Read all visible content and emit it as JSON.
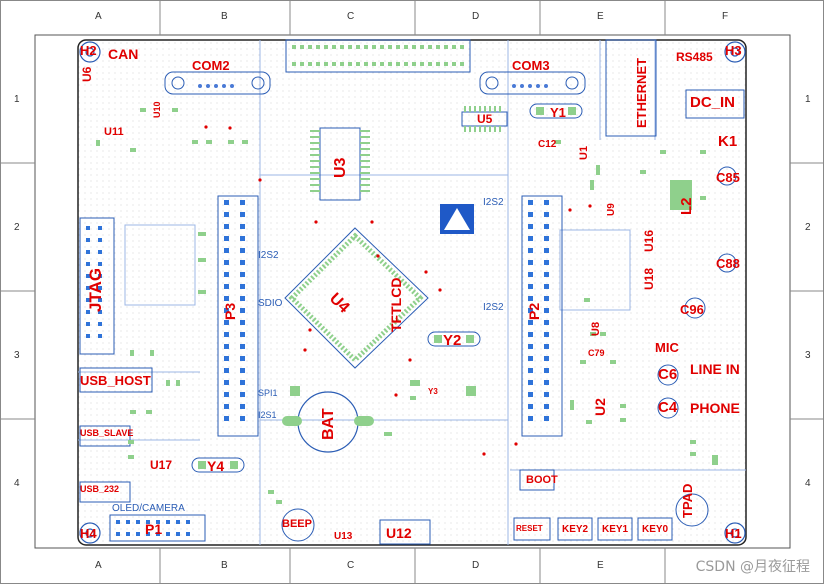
{
  "frame": {
    "columns": [
      "A",
      "B",
      "C",
      "D",
      "E",
      "F"
    ],
    "rows": [
      "1",
      "2",
      "3",
      "4"
    ]
  },
  "labels": {
    "h2": "H2",
    "h3": "H3",
    "h4": "H4",
    "h1": "H1",
    "can": "CAN",
    "com2": "COM2",
    "com3": "COM3",
    "rs485": "RS485",
    "u6": "U6",
    "u11": "U11",
    "u10": "U10",
    "u3": "U3",
    "u5": "U5",
    "y1": "Y1",
    "c12": "C12",
    "u1": "U1",
    "ethernet": "ETHERNET",
    "dc_in": "DC_IN",
    "k1": "K1",
    "c85": "C85",
    "l2": "L2",
    "u9": "U9",
    "c88": "C88",
    "u16": "U16",
    "u18": "U18",
    "c96": "C96",
    "jtag": "JTAG",
    "u4": "U4",
    "tftlcd": "TFTLCD",
    "y2": "Y2",
    "i2s2_a": "I2S2",
    "i2s2_b": "I2S2",
    "i2s2_c": "I2S2",
    "sdio": "SDIO",
    "p_left": "P3",
    "p_right": "P2",
    "u8": "U8",
    "c79": "C79",
    "u2": "U2",
    "mic": "MIC",
    "c6": "C6",
    "line_in": "LINE IN",
    "c4": "C4",
    "phone": "PHONE",
    "usb_host": "USB_HOST",
    "usb_slave": "USB_SLAVE",
    "usb_232": "USB_232",
    "u17": "U17",
    "y4": "Y4",
    "bat": "BAT",
    "y3": "Y3",
    "oled_camera": "OLED/CAMERA",
    "p1": "P1",
    "beep": "BEEP",
    "u13": "U13",
    "u12": "U12",
    "boot": "BOOT",
    "reset": "RESET",
    "key2": "KEY2",
    "key1": "KEY1",
    "key0": "KEY0",
    "tpad": "TPAD",
    "spi1": "SPI1",
    "i2s1": "I2S1"
  },
  "watermark": "CSDN @月夜征程",
  "colors": {
    "silk_red": "#e00000",
    "pad_green": "#8fd08c",
    "trace_blue": "#2b5db5",
    "board_outline": "#222222",
    "via": "#3a6fd1"
  }
}
